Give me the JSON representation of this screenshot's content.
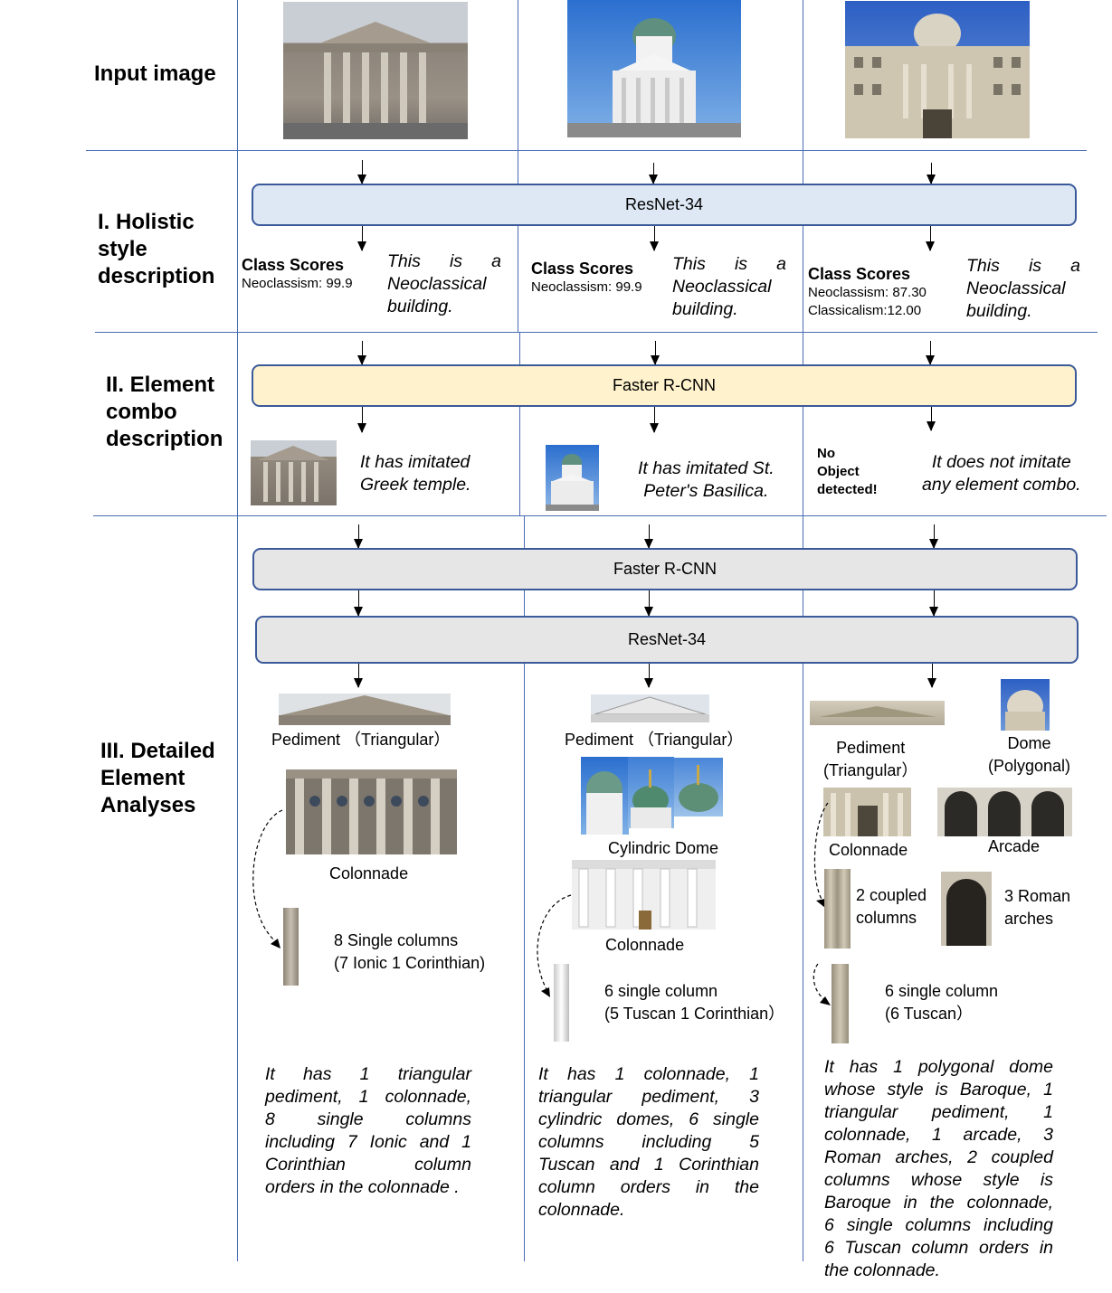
{
  "sections": {
    "input": "Input image",
    "holistic": [
      "I. Holistic",
      "style",
      "description"
    ],
    "combo": [
      "II. Element",
      "combo",
      "description"
    ],
    "detailed": [
      "III. Detailed",
      "Element",
      "Analyses"
    ]
  },
  "models": {
    "resnet_top": "ResNet-34",
    "faster_rcnn_combo": "Faster R-CNN",
    "faster_rcnn_detail": "Faster R-CNN",
    "resnet_detail": "ResNet-34"
  },
  "colors": {
    "line": "#4a6cb3",
    "resnet_top_fill": "#dde8f4",
    "faster_rcnn_fill": "#fff2cc",
    "grey_fill": "#e7e6e6",
    "bar_border": "#3b5a99"
  },
  "columns": [
    {
      "class_scores_title": "Class Scores",
      "scores": [
        "Neoclassism: 99.9"
      ],
      "holistic_text": [
        "This is a",
        "Neoclassical",
        "building."
      ],
      "combo_text": [
        "It has imitated",
        "Greek temple."
      ],
      "elements": {
        "pediment": "Pediment （Triangular）",
        "colonnade": "Colonnade",
        "columns": [
          "8 Single columns",
          "(7 Ionic 1 Corinthian)"
        ]
      },
      "summary": [
        "It has 1 triangular",
        "pediment, 1 colonnade,",
        "8 single columns",
        "including 7 Ionic and 1",
        "Corinthian column",
        "orders in the colonnade ."
      ]
    },
    {
      "class_scores_title": "Class Scores",
      "scores": [
        "Neoclassism: 99.9"
      ],
      "holistic_text": [
        "This is a",
        "Neoclassical",
        "building."
      ],
      "combo_text": [
        "It has imitated St.",
        "Peter's Basilica."
      ],
      "elements": {
        "pediment": "Pediment （Triangular）",
        "dome": "Cylindric Dome",
        "colonnade": "Colonnade",
        "columns": [
          "6 single column",
          "(5 Tuscan 1 Corinthian）"
        ]
      },
      "summary": [
        "It has 1 colonnade, 1",
        "triangular pediment, 3",
        "cylindric domes, 6 single",
        "columns including 5",
        "Tuscan and 1 Corinthian",
        "column orders in the",
        "colonnade."
      ]
    },
    {
      "class_scores_title": "Class Scores",
      "scores": [
        "Neoclassism: 87.30",
        "Classicalism:12.00"
      ],
      "holistic_text": [
        "This is a",
        "Neoclassical",
        "building."
      ],
      "no_object": [
        "No",
        "Object",
        "detected!"
      ],
      "combo_text": [
        "It does not imitate",
        "any element combo."
      ],
      "elements": {
        "pediment": [
          "Pediment",
          "(Triangular）"
        ],
        "dome": [
          "Dome",
          "(Polygonal)"
        ],
        "colonnade": "Colonnade",
        "arcade": "Arcade",
        "coupled": [
          "2 coupled",
          "columns"
        ],
        "arches": [
          "3 Roman",
          "arches"
        ],
        "columns": [
          "6 single column",
          "(6 Tuscan）"
        ]
      },
      "summary": [
        "It has 1 polygonal dome",
        "whose style is Baroque, 1",
        "triangular pediment, 1",
        "colonnade, 1 arcade, 3",
        "Roman arches, 2 coupled",
        "columns whose style is",
        "Baroque in the colonnade,",
        "6 single columns including",
        "6 Tuscan column orders in",
        "the colonnade."
      ]
    }
  ]
}
